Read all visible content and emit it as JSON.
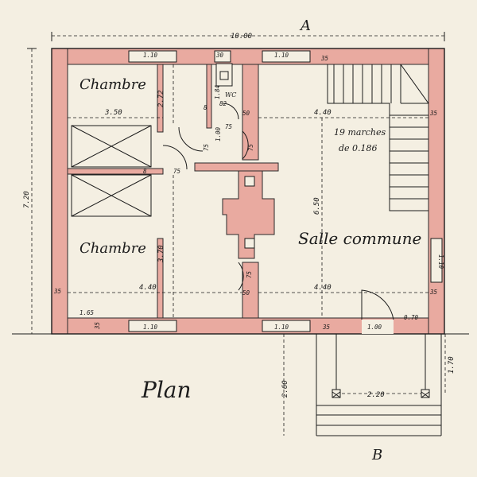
{
  "labels": {
    "section_a": "A",
    "section_b": "B",
    "plan": "Plan",
    "chambre_top": "Chambre",
    "chambre_bottom": "Chambre",
    "salle": "Salle commune",
    "wc": "WC",
    "stairs_line1": "19 marches",
    "stairs_line2": "de 0.186"
  },
  "dimensions": {
    "overall_width": "10.00",
    "overall_height": "7.20",
    "chambre_top_width": "3.50",
    "chambre_top_height": "2.72",
    "chambre_bottom_height": "3.70",
    "bottom_left_width": "4.40",
    "salle_top_width": "4.40",
    "salle_bottom_width": "4.40",
    "salle_height": "6.50",
    "win_top_1": "1.10",
    "win_top_2": "1.10",
    "win_bottom_1": "1.10",
    "win_bottom_2": "1.10",
    "win_right": "1.10",
    "door_front": "1.00",
    "d_070": "0.70",
    "d_165": "1.65",
    "porch_depth": "2.60",
    "porch_width": "2.20",
    "porch_side": "1.70",
    "d_30": "30",
    "d_184": "1.84",
    "d_82": "82",
    "d_75a": "75",
    "d_75b": "75",
    "d_75c": "75",
    "d_75d": "75",
    "d_75e": "75",
    "d_100": "1.00",
    "d_50a": "50",
    "d_50b": "50",
    "d_35a": "35",
    "d_35b": "35",
    "d_35c": "35",
    "d_35d": "35",
    "d_35e": "35",
    "d_35f": "35",
    "d_8a": "8",
    "d_8b": "8"
  },
  "colors": {
    "paper": "#f4efe2",
    "wall": "#e9aaa0",
    "ink": "#1c1c1c"
  }
}
